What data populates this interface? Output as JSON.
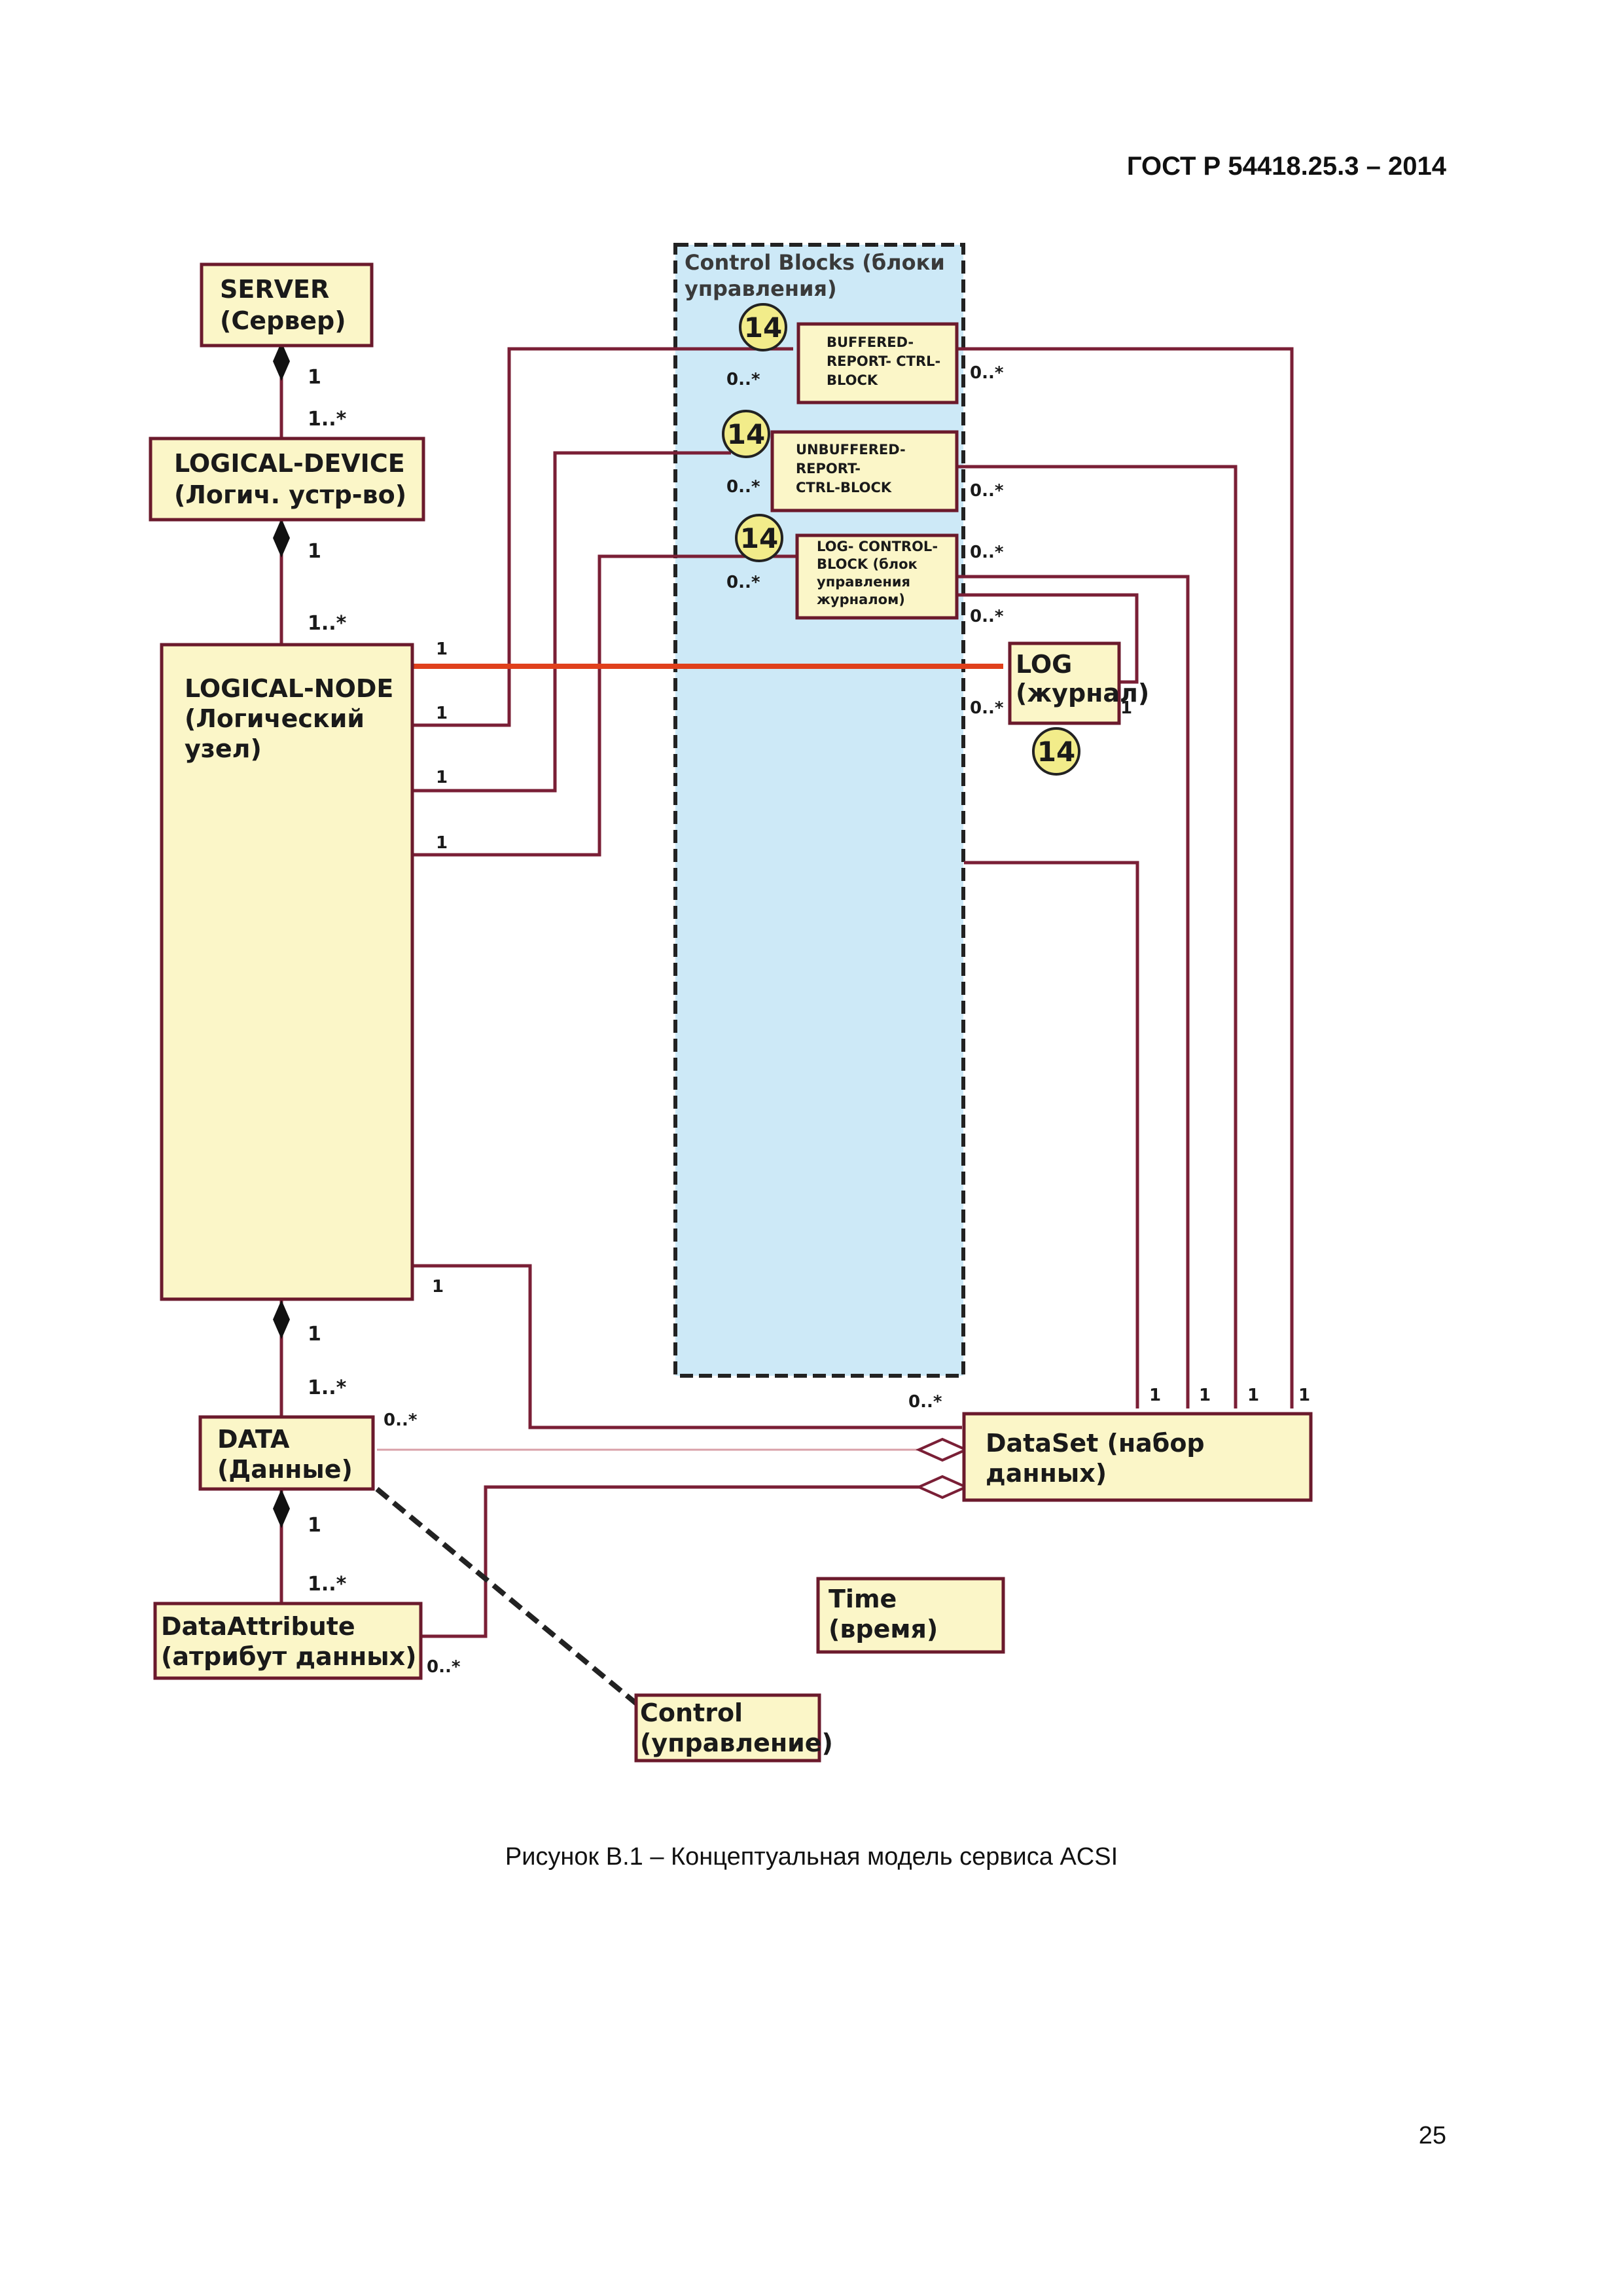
{
  "header": {
    "standard": "ГОСТ Р 54418.25.3 – 2014"
  },
  "diagram": {
    "control_blocks_title": [
      "Control Blocks (блоки",
      "управления)"
    ],
    "classes": {
      "server": [
        "SERVER",
        "(Сервер)"
      ],
      "logical_device": [
        "LOGICAL-DEVICE",
        "(Логич. устр-во)"
      ],
      "logical_node": [
        "LOGICAL-NODE",
        "(Логический",
        "узел)"
      ],
      "data": [
        "DATA",
        "(Данные)"
      ],
      "data_attribute": [
        "DataAttribute",
        "(атрибут данных)"
      ],
      "control": [
        "Control",
        "(управление)"
      ],
      "time": [
        "Time",
        "(время)"
      ],
      "dataset": [
        "DataSet (набор",
        "данных)"
      ],
      "log": [
        "LOG",
        "(журнал)"
      ],
      "brcb": [
        "BUFFERED-",
        "REPORT- CTRL-",
        "BLOCK"
      ],
      "urcb": [
        "UNBUFFERED-",
        "REPORT-",
        "CTRL-BLOCK"
      ],
      "lcb": [
        "LOG- CONTROL-",
        "BLOCK (блок",
        "управления",
        "журналом)"
      ]
    },
    "badge_label": "14",
    "multiplicities": {
      "one": "1",
      "one_many": "1..*",
      "zero_many": "0..*"
    },
    "colors": {
      "class_fill": "#fbf6c8",
      "class_border": "#6b1a2c",
      "assoc_line": "#7a1f36",
      "highlight_line": "#e0401c",
      "control_blocks_fill": "#cde9f7",
      "badge_fill": "#f2ec8a"
    }
  },
  "caption": "Рисунок В.1 – Концептуальная модель сервиса ACSI",
  "page_number": "25"
}
